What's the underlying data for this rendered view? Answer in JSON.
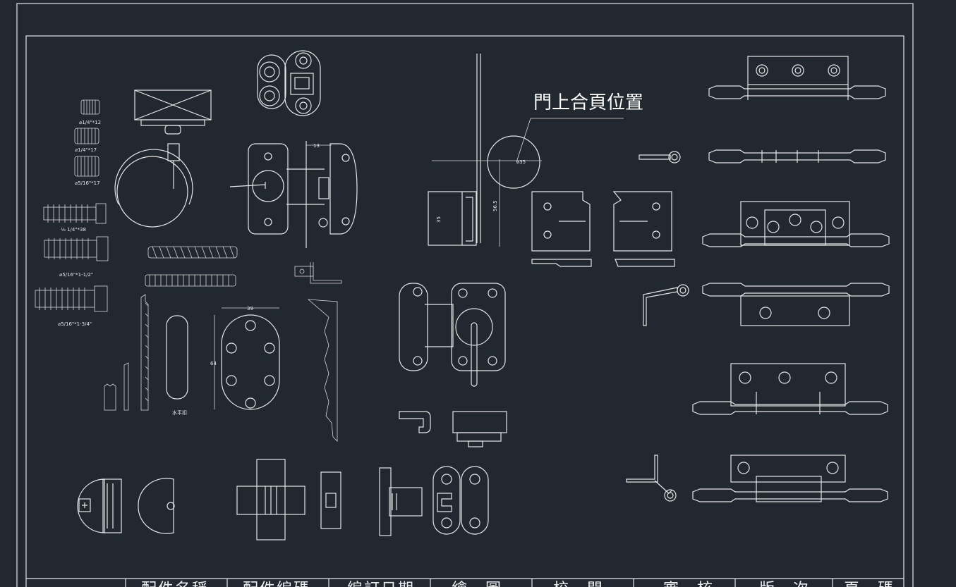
{
  "annotations": {
    "door_hinge_position": "門上合頁位置",
    "screw_1": "⌀1/4\"*12",
    "screw_2": "⌀1/4\"*17",
    "screw_3": "⌀5/16\"*17",
    "bolt_1": "⅛ 1/4\"*38",
    "bolt_2": "⌀5/16\"*1-1/2\"",
    "bolt_3": "⌀5/16\"*1-3/4\"",
    "leveler": "水平扣",
    "dim_13": "13",
    "dim_35_circle": "⌀35",
    "dim_56_5": "56.5",
    "dim_35": "35",
    "dim_39": "39",
    "dim_64": "64"
  },
  "title_block": {
    "cells": [
      "配件名稱",
      "配件編碼",
      "編訂日期",
      "繪　圖",
      "校　閱",
      "審　核",
      "版　次",
      "頁　碼"
    ]
  },
  "colors": {
    "background": "#212830",
    "lines": "#e6e6e6"
  }
}
